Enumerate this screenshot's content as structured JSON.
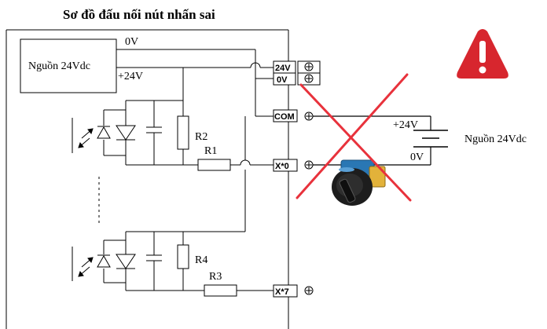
{
  "title": "Sơ đồ đấu nối nút nhấn sai",
  "internal_supply": {
    "label": "Nguồn 24Vdc",
    "zero_volt_label": "0V",
    "plus_label": "+24V"
  },
  "terminals": {
    "t24v": "24V",
    "t0v": "0V",
    "com": "COM",
    "x0": "X*0",
    "x7": "X*7"
  },
  "resistors": {
    "r1": "R1",
    "r2": "R2",
    "r3": "R3",
    "r4": "R4"
  },
  "external_supply": {
    "label": "Nguồn 24Vdc",
    "plus_label": "+24V",
    "zero_label": "0V"
  },
  "colors": {
    "line": "#000000",
    "cross": "#e8323c",
    "warning": "#d7262e",
    "switch_body": "#2a77b4"
  },
  "icons": {
    "warning": "warning-triangle-icon",
    "switch": "selector-switch-icon"
  }
}
